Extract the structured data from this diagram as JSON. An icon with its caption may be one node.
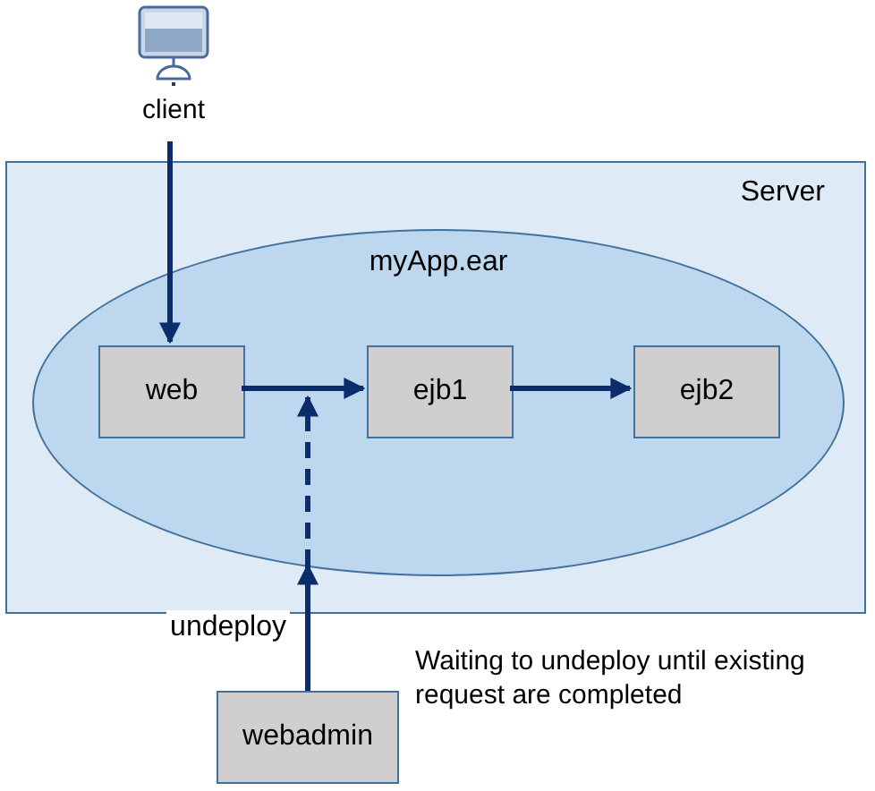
{
  "diagram": {
    "nodes": [
      {
        "text": [
          "client"
        ]
      },
      {
        "text": [
          "Server"
        ]
      },
      {
        "text": [
          "myApp.ear"
        ],
        "in": 1
      },
      {
        "text": [
          "web"
        ],
        "in": 2
      },
      {
        "text": [
          "ejb1"
        ],
        "in": 2
      },
      {
        "text": [
          "ejb2"
        ],
        "in": 2
      },
      {
        "text": [
          "webadmin"
        ]
      }
    ],
    "edges": [
      {
        "from": 0,
        "to": 3,
        "arrow": "to"
      },
      {
        "from": 3,
        "to": 4,
        "arrow": "to"
      },
      {
        "from": 4,
        "to": 5,
        "arrow": "to"
      },
      {
        "from": 6,
        "to": 2,
        "arrow": "to",
        "label": "undeploy"
      },
      {
        "from": 2,
        "to": null,
        "arrow": "to",
        "style": "dashed"
      }
    ],
    "labels": [
      "Waiting to undeploy until existing request are completed"
    ]
  }
}
